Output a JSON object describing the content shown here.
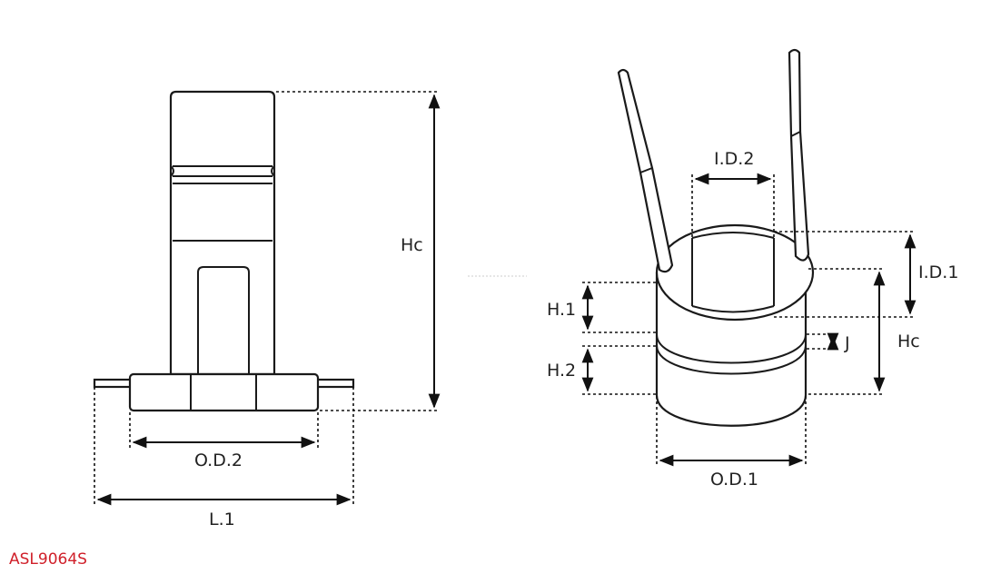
{
  "labels": {
    "hc_left": "Hc",
    "od2": "O.D.2",
    "l1": "L.1",
    "id2": "I.D.2",
    "id1": "I.D.1",
    "h1": "H.1",
    "h2": "H.2",
    "j": "J",
    "hc_right": "Hc",
    "od1": "O.D.1"
  },
  "part_code": "ASL9064S",
  "colors": {
    "part_code": "#d0202a",
    "line": "#1a1a1a"
  }
}
